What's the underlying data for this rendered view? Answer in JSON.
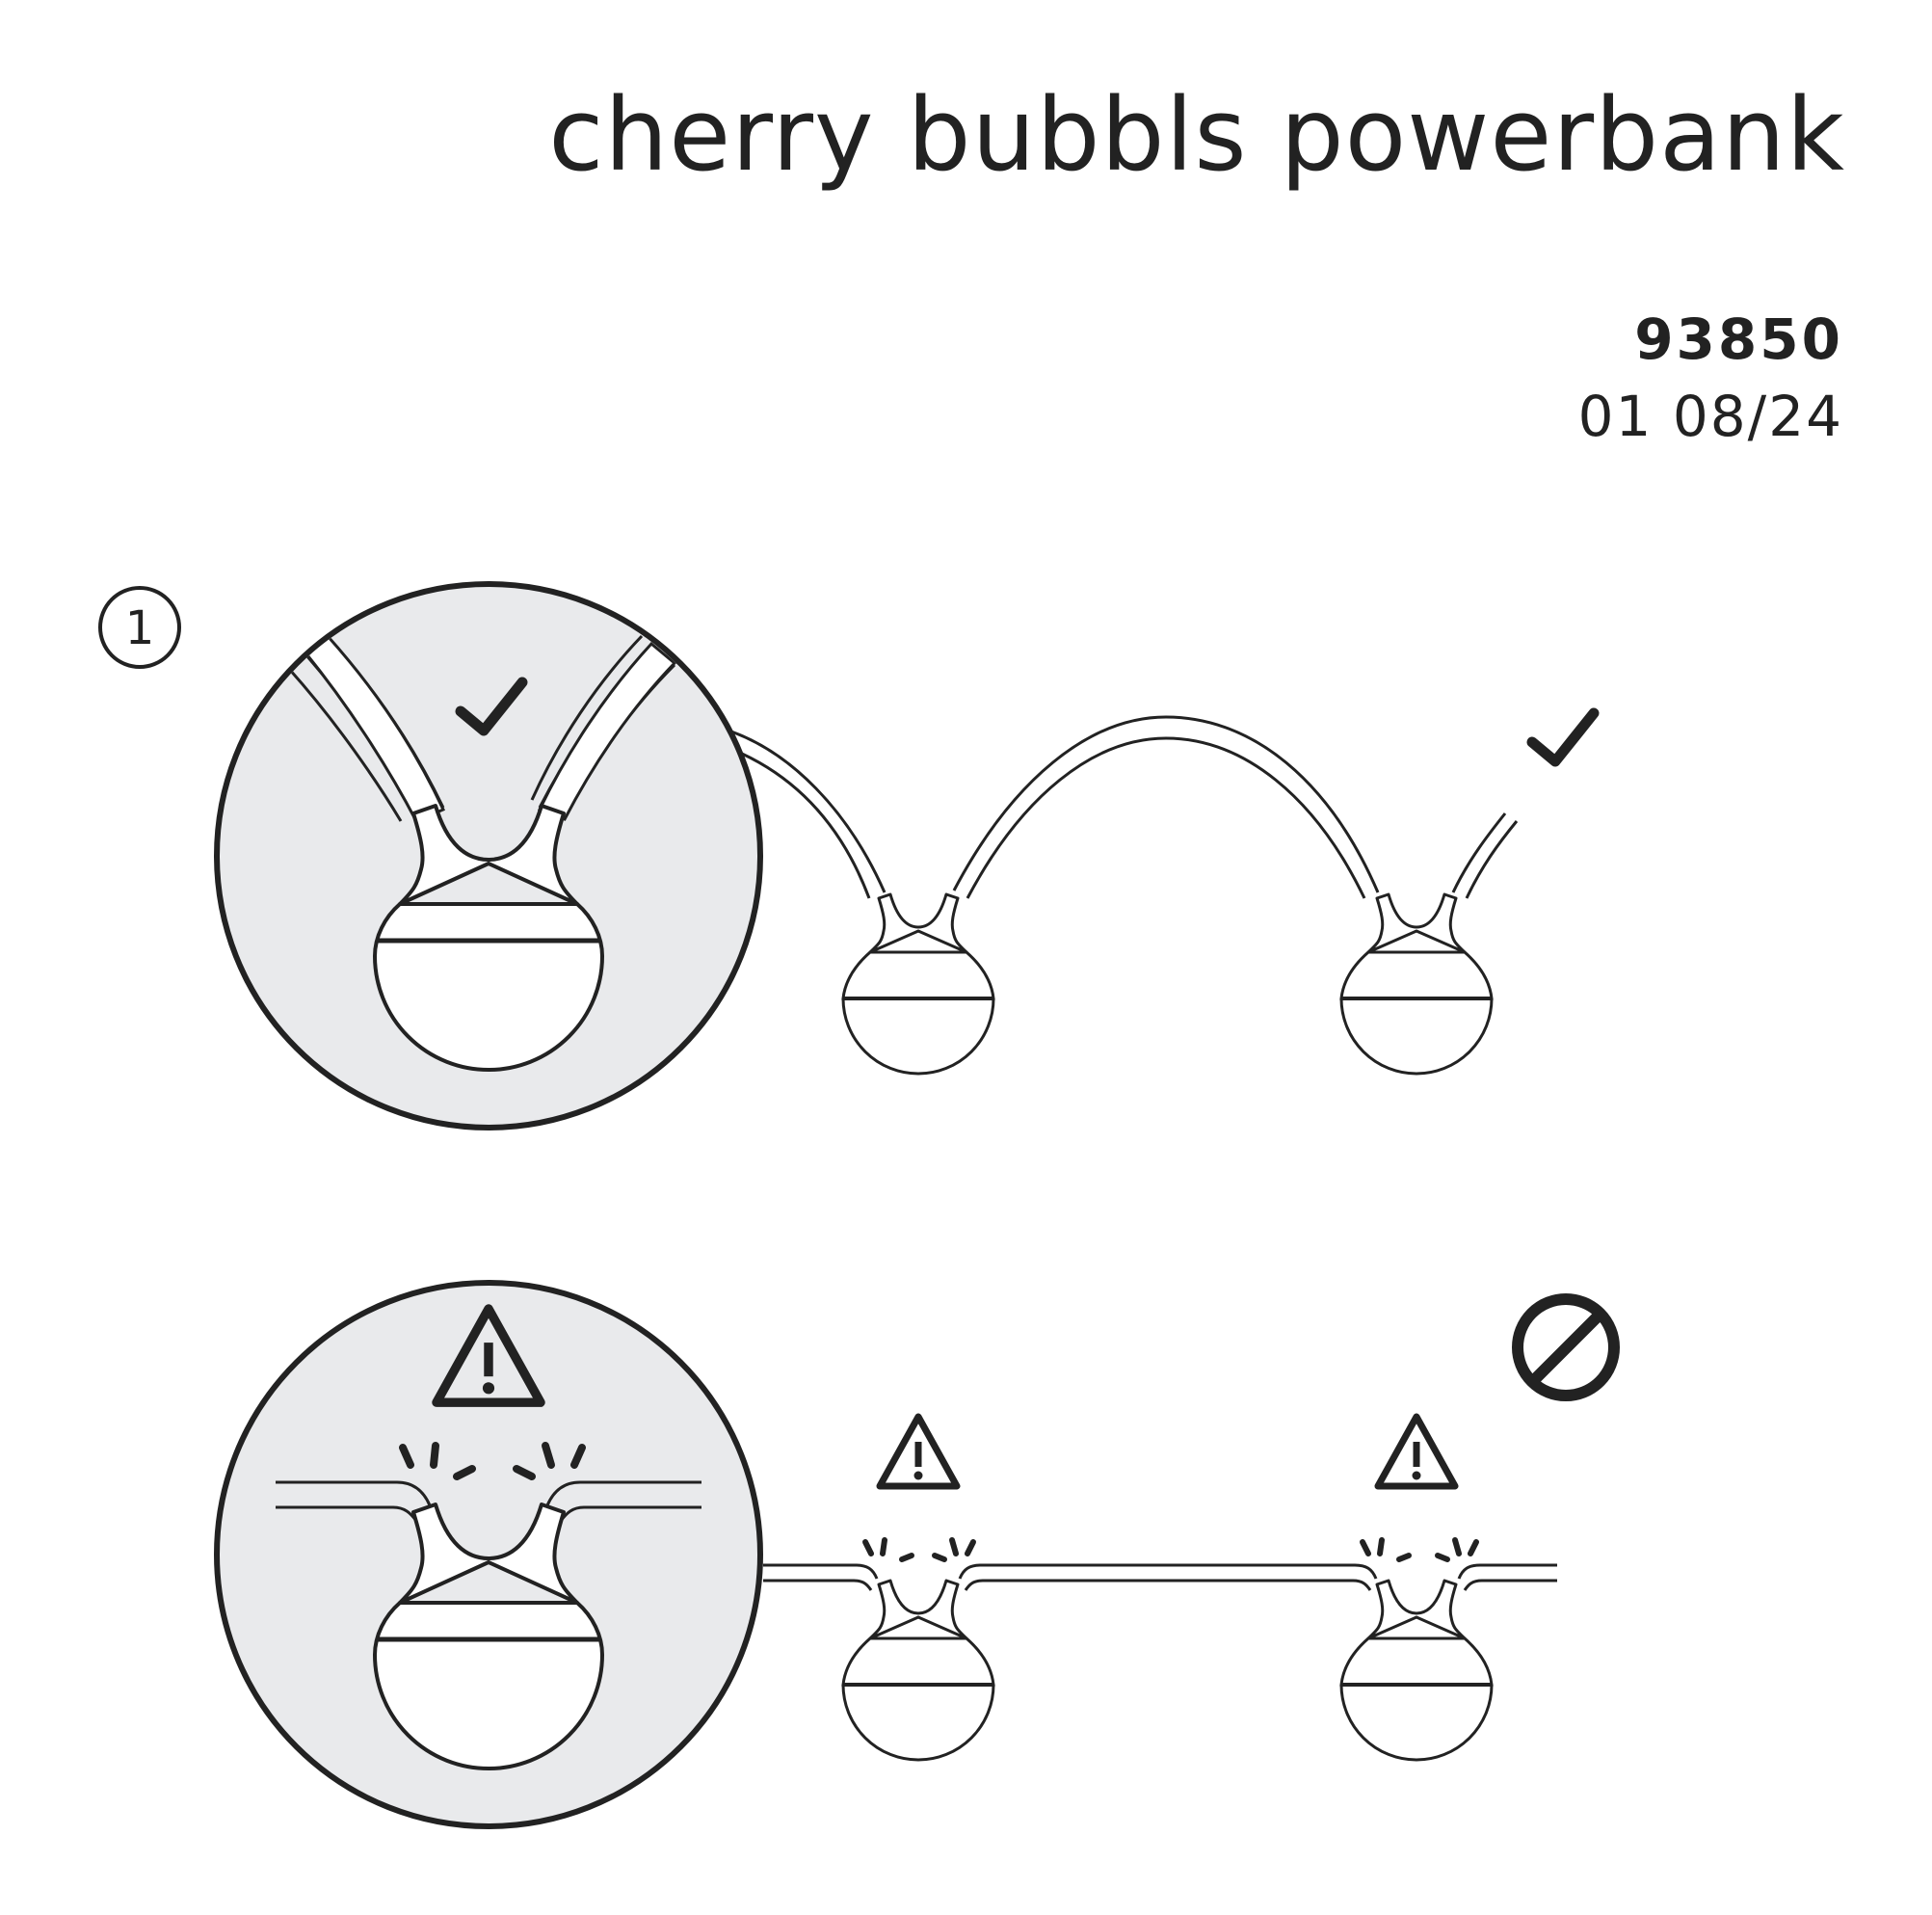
{
  "header": {
    "title": "cherry bubbls powerbank",
    "product_code": "93850",
    "revision": "01 08/24"
  },
  "steps": [
    {
      "number": "1"
    }
  ],
  "panels": [
    {
      "id": "correct-arch",
      "status_icon": "checkmark-icon",
      "zoom_icon": "checkmark-icon"
    },
    {
      "id": "incorrect-taut",
      "status_icon": "prohibited-icon",
      "zoom_icon": "warning-triangle-icon"
    }
  ],
  "colors": {
    "stroke": "#222222",
    "zoom_fill": "#e9eaec",
    "background": "#ffffff"
  }
}
